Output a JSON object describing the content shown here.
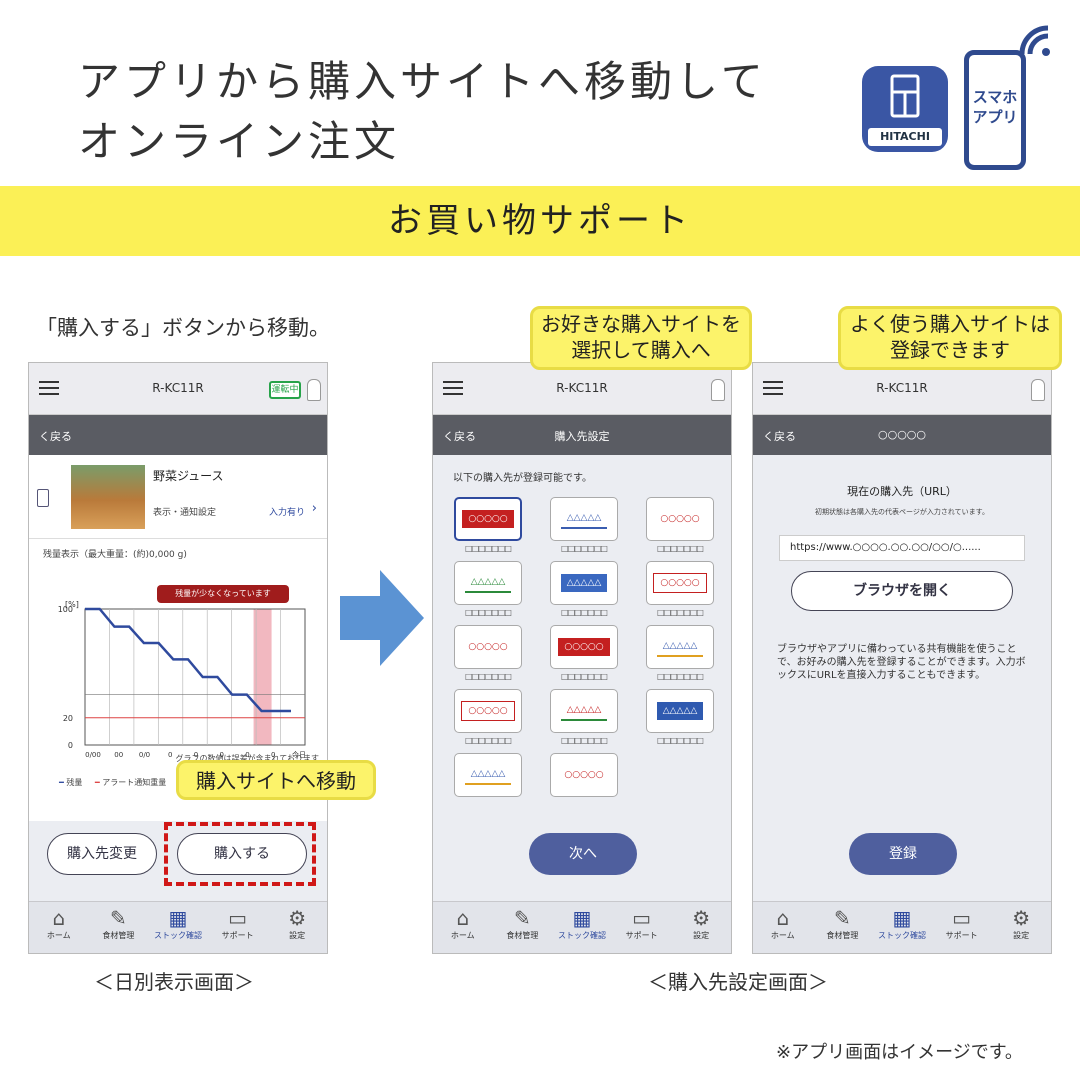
{
  "title": {
    "line1": "アプリから購入サイトへ移動して",
    "line2": "オンライン注文"
  },
  "banner": "お買い物サポート",
  "icons": {
    "app_label": "HITACHI",
    "phone_label_1": "スマホ",
    "phone_label_2": "アプリ"
  },
  "left": {
    "caption": "「購入する」ボタンから移動。",
    "model": "R-KC11R",
    "status": "運転中",
    "back": "く戻る",
    "item": "野菜ジュース",
    "display_label": "表示・通知設定",
    "input_label": "入力有り",
    "weight": "残量表示（最大重量：(約)0,000 g)",
    "alert": "残量が少なくなっています",
    "chart_unit": "[%]",
    "chart_note": "グラフの数値は誤差が含まれております",
    "legend_remain": "残量",
    "legend_alert": "アラート通知重量",
    "btn_change": "購入先変更",
    "btn_buy": "購入する",
    "callout": "購入サイトへ移動",
    "footer_caption": "＜日別表示画面＞"
  },
  "chart_data": {
    "type": "line",
    "yticks": [
      "100",
      "20",
      "0"
    ],
    "xticks": [
      "0/00",
      "00",
      "0/0",
      "0",
      "0",
      "0",
      "0",
      "0",
      "今日"
    ],
    "series": [
      {
        "name": "残量",
        "values": [
          100,
          100,
          87,
          87,
          75,
          75,
          63,
          63,
          50,
          50,
          37,
          37,
          25,
          25,
          25
        ]
      }
    ]
  },
  "mid": {
    "model": "R-KC11R",
    "back": "く戻る",
    "title": "購入先設定",
    "intro": "以下の購入先が登録可能です。",
    "cards": [
      "○○○○○",
      "△△△△△",
      "○○○○○",
      "△△△△△",
      "△△△△△",
      "○○○○○",
      "○○○○○",
      "○○○○○",
      "△△△△△",
      "○○○○○",
      "△△△△△",
      "△△△△△",
      "△△△△△",
      "○○○○○"
    ],
    "placeholder": "□□□□□□□",
    "next": "次へ",
    "callout1": "お好きな購入サイトを",
    "callout2": "選択して購入へ"
  },
  "right": {
    "model": "R-KC11R",
    "back": "く戻る",
    "title": "○○○○○",
    "current": "現在の購入先（URL）",
    "sub": "初期状態は各購入先の代表ページが入力されています。",
    "url": "https://www.○○○○.○○.○○/○○/○......",
    "browser": "ブラウザを開く",
    "desc": "ブラウザやアプリに備わっている共有機能を使うことで、お好みの購入先を登録することができます。入力ボックスにURLを直接入力することもできます。",
    "register": "登録",
    "callout1": "よく使う購入サイトは",
    "callout2": "登録できます"
  },
  "tabs": [
    "ホーム",
    "食材管理",
    "ストック確認",
    "サポート",
    "設定"
  ],
  "mid_caption": "＜購入先設定画面＞",
  "note": "※アプリ画面はイメージです。",
  "colors": {
    "yellow": "#fbf056",
    "navy": "#2f4a9e",
    "alert_red": "#a01c1c",
    "arrow": "#5b93d3"
  }
}
